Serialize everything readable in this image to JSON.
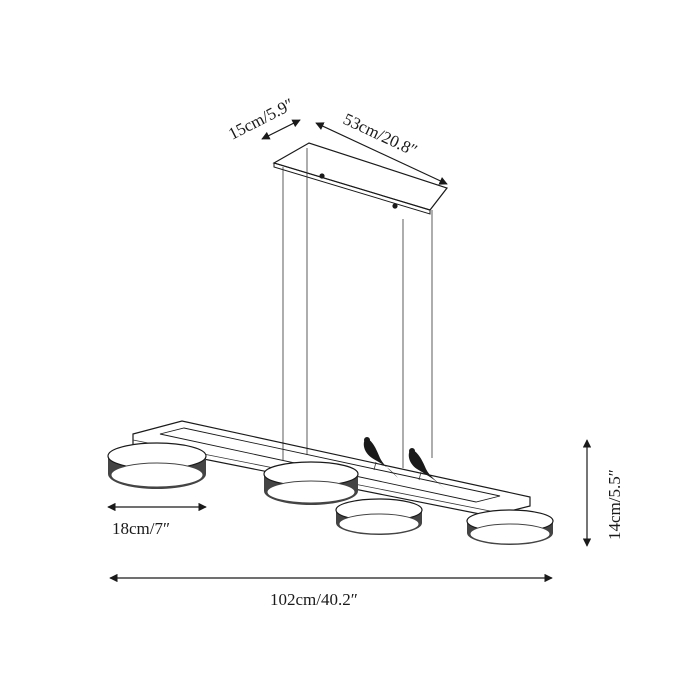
{
  "dimensions": {
    "canopy_depth": "15cm/5.9″",
    "canopy_length": "53cm/20.8″",
    "shade_diameter": "18cm/7″",
    "fixture_height": "14cm/5.5″",
    "total_length": "102cm/40.2″"
  },
  "colors": {
    "ink": "#1a1a1a",
    "shade_body": "#444444",
    "shade_light": "#ffffff"
  }
}
